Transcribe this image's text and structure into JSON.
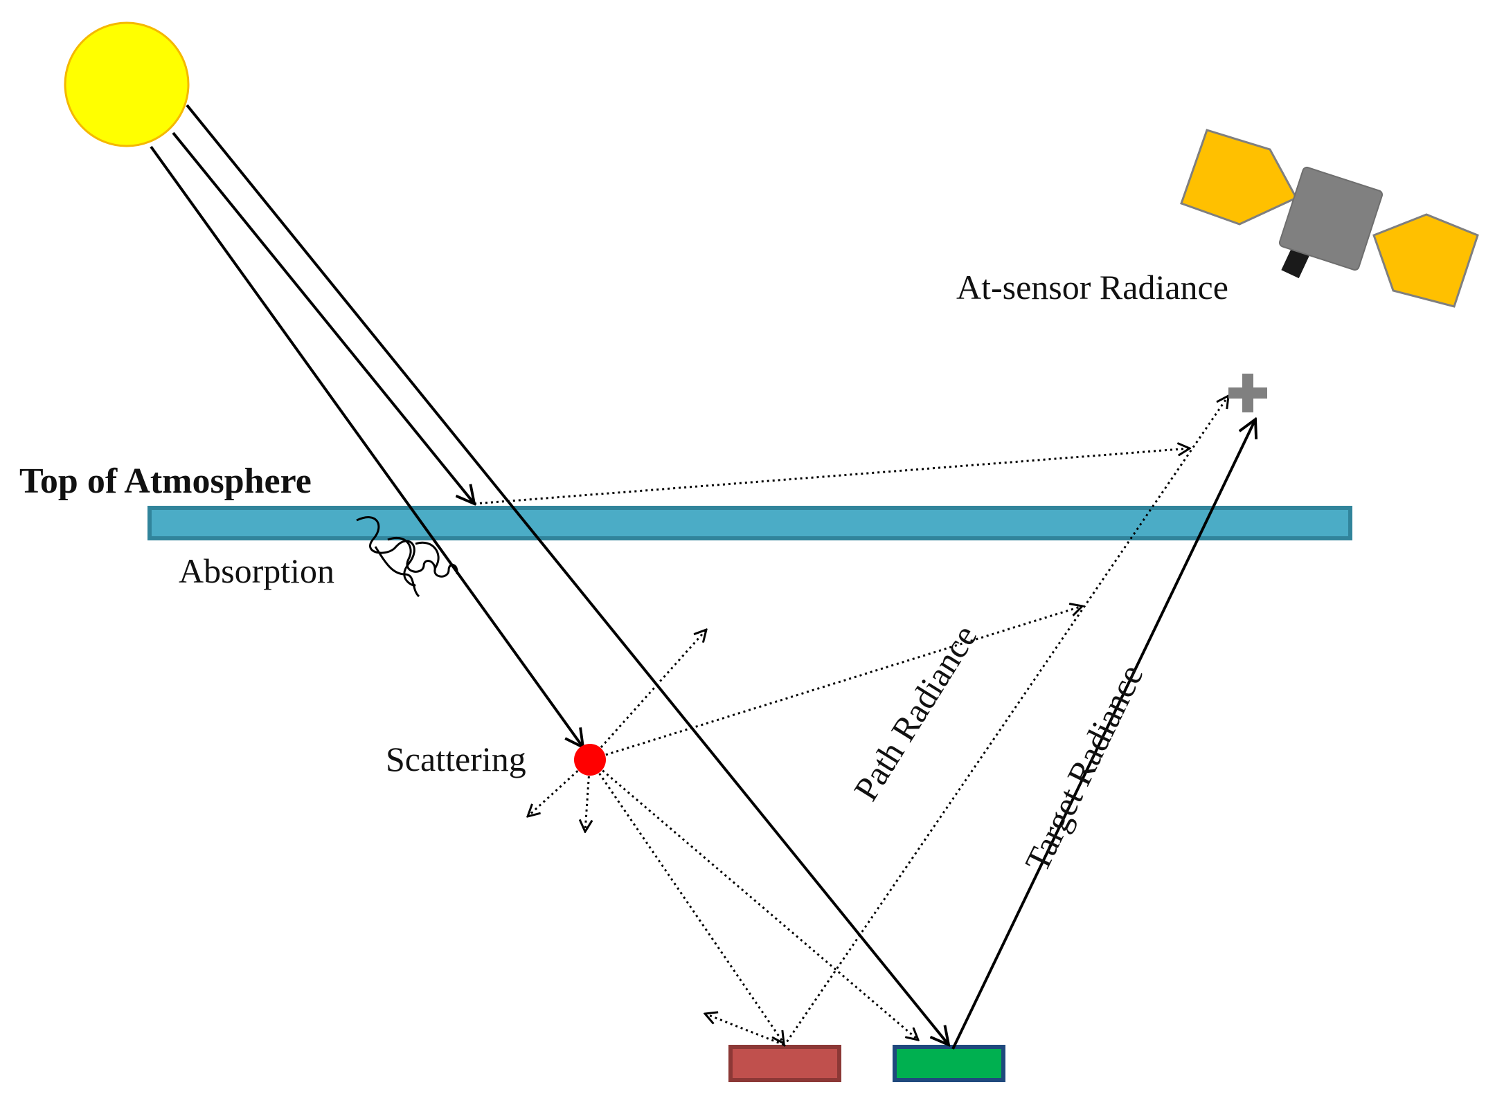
{
  "labels": {
    "top_of_atmosphere": "Top of  Atmosphere",
    "absorption": "Absorption",
    "scattering": "Scattering",
    "path_radiance": "Path Radiance",
    "target_radiance": "Target Radiance",
    "at_sensor_radiance": "At-sensor Radiance"
  },
  "colors": {
    "sun_fill": "#ffff00",
    "sun_stroke": "#f5b800",
    "atmosphere_fill": "#4bacc6",
    "atmosphere_stroke": "#31849b",
    "scatter_particle": "#ff0000",
    "surface_left_fill": "#c0504d",
    "surface_left_stroke": "#8c3836",
    "surface_right_fill": "#00b050",
    "surface_right_stroke": "#1f497d",
    "satellite_panel": "#ffc000",
    "satellite_body": "#808080",
    "plus_sign": "#808080",
    "rays": "#000000"
  },
  "icons": {
    "sun": "sun-icon",
    "satellite": "satellite-icon",
    "sum": "plus-icon"
  }
}
